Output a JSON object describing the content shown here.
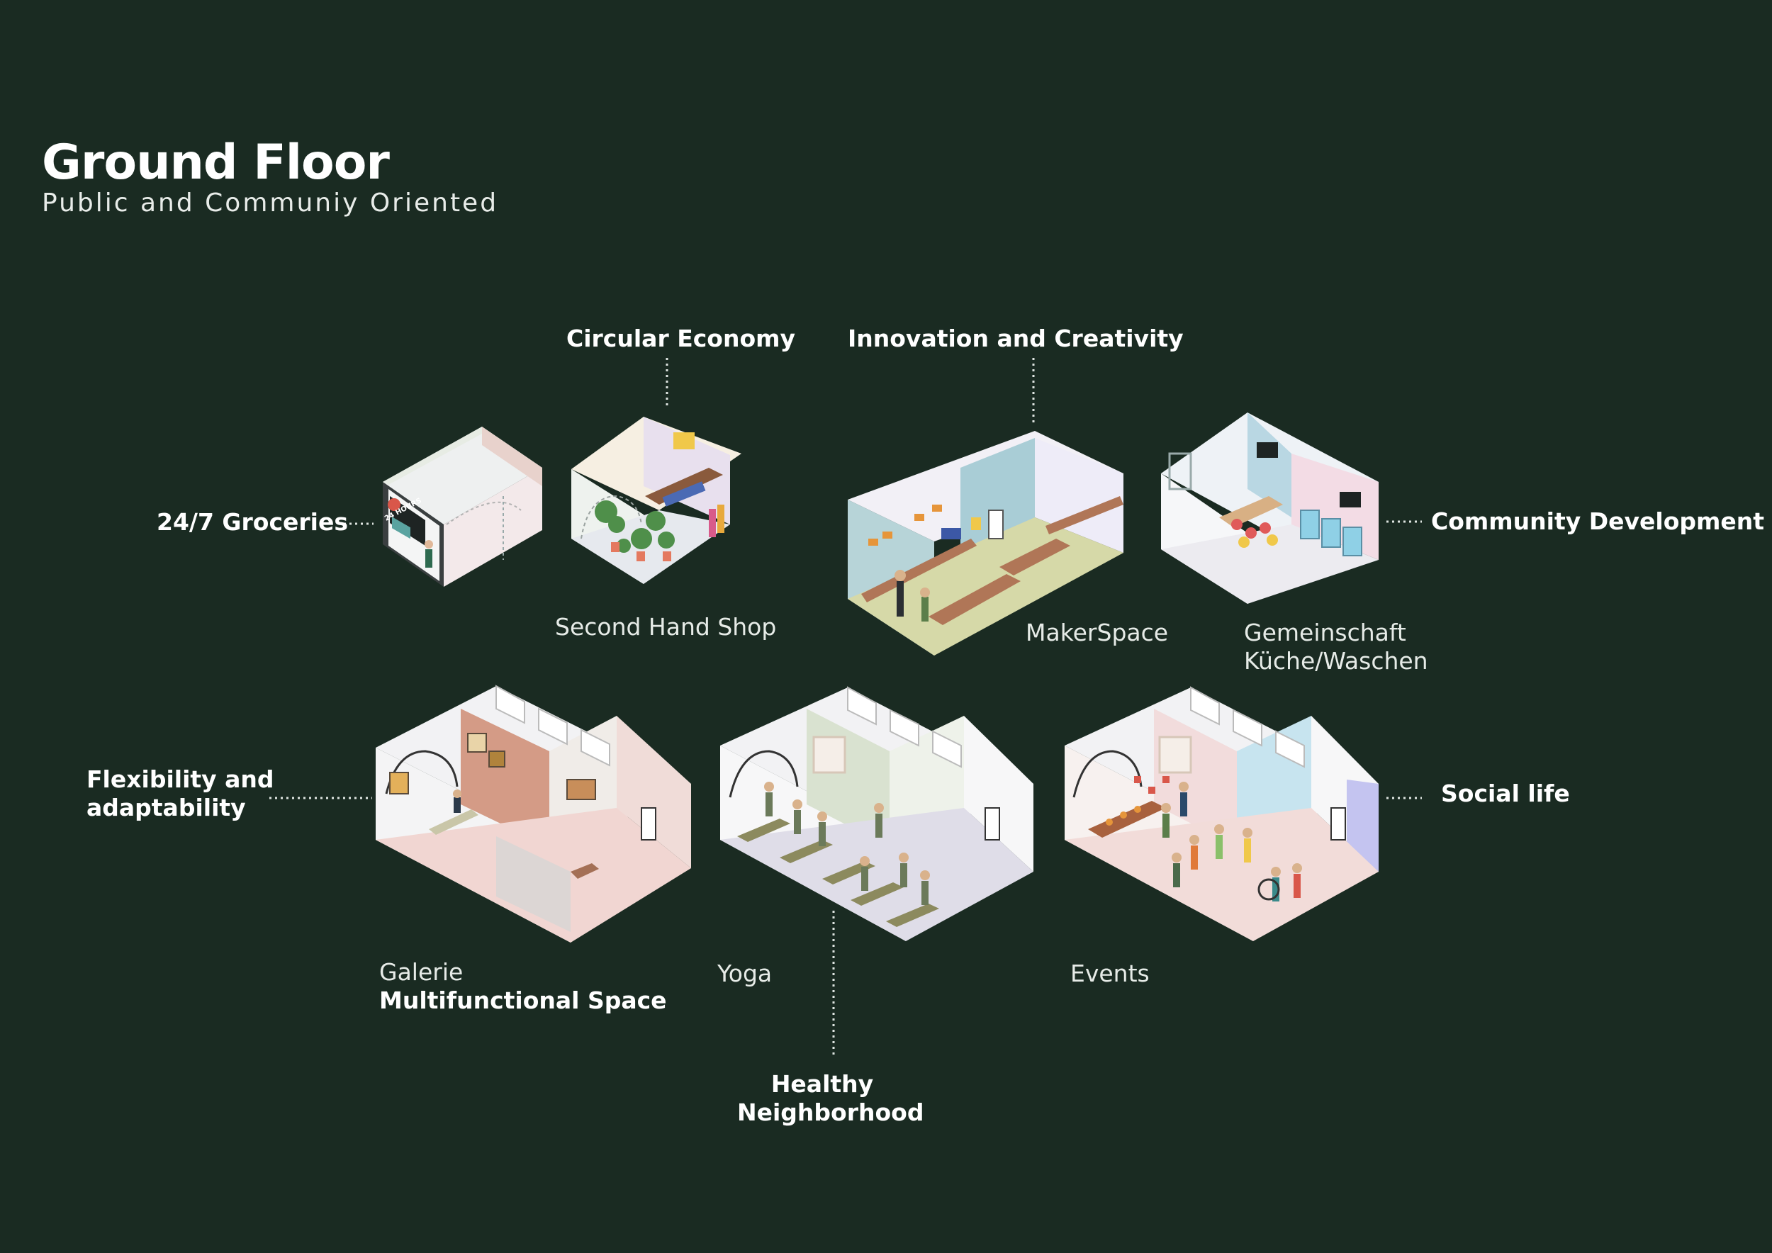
{
  "header": {
    "title": "Ground Floor",
    "subtitle": "Public and Communiy Oriented"
  },
  "themes": {
    "groceries": "24/7 Groceries",
    "circular": "Circular Economy",
    "innovation": "Innovation and Creativity",
    "community": "Community Development",
    "flexibility_1": "Flexibility and",
    "flexibility_2": "adaptability",
    "social": "Social life",
    "healthy_1": "Healthy",
    "healthy_2": "Neighborhood"
  },
  "spaces": {
    "second_hand": "Second Hand Shop",
    "maker": "MakerSpace",
    "gemeinschaft_1": "Gemeinschaft",
    "gemeinschaft_2": "Küche/Waschen",
    "galerie": "Galerie",
    "multifunctional": "Multifunctional Space",
    "yoga": "Yoga",
    "events": "Events"
  },
  "store_sign": "24 HOURS",
  "colors": {
    "background": "#1a2b22",
    "connector": "#dfe5e1"
  }
}
